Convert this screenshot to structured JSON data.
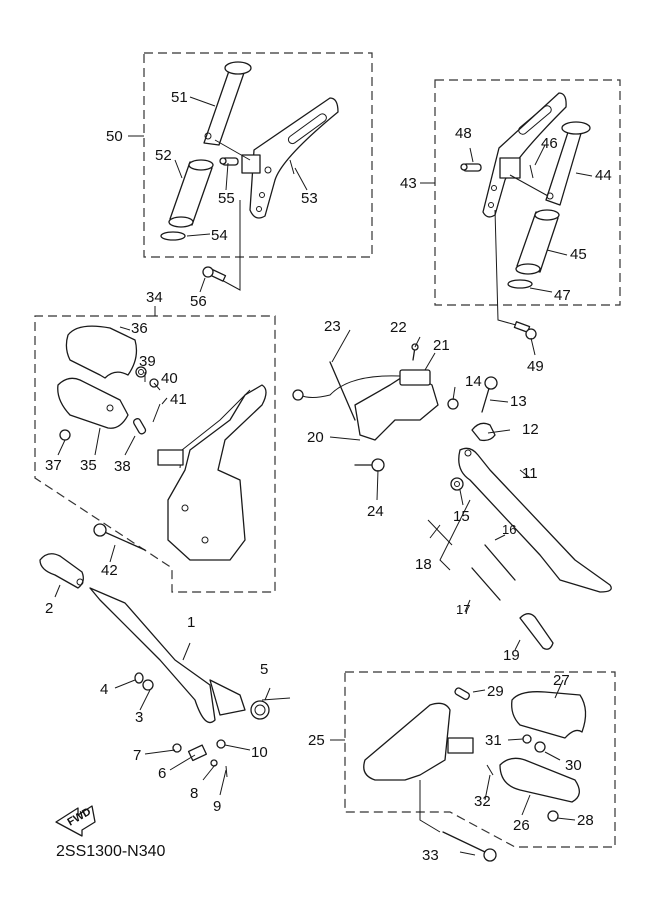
{
  "diagram": {
    "code": "2SS1300-N340",
    "fwd_label": "FWD",
    "groups": [
      {
        "id": "50",
        "label": "50",
        "parts": [
          "51",
          "52",
          "53",
          "54",
          "55"
        ]
      },
      {
        "id": "43",
        "label": "43",
        "parts": [
          "44",
          "45",
          "46",
          "47",
          "48"
        ]
      },
      {
        "id": "34",
        "label": "34",
        "parts": [
          "35",
          "36",
          "37",
          "38",
          "39",
          "40",
          "41"
        ]
      },
      {
        "id": "25",
        "label": "25",
        "parts": [
          "26",
          "27",
          "28",
          "29",
          "30",
          "31",
          "32"
        ]
      }
    ],
    "labels": {
      "p1": "1",
      "p2": "2",
      "p3": "3",
      "p4": "4",
      "p5": "5",
      "p6": "6",
      "p7": "7",
      "p8": "8",
      "p9": "9",
      "p10": "10",
      "p11": "11",
      "p12": "12",
      "p13": "13",
      "p14": "14",
      "p15": "15",
      "p16": "16",
      "p17": "17",
      "p18": "18",
      "p19": "19",
      "p20": "20",
      "p21": "21",
      "p22": "22",
      "p23": "23",
      "p24": "24",
      "p25": "25",
      "p26": "26",
      "p27": "27",
      "p28": "28",
      "p29": "29",
      "p30": "30",
      "p31": "31",
      "p32": "32",
      "p33": "33",
      "p34": "34",
      "p35": "35",
      "p36": "36",
      "p37": "37",
      "p38": "38",
      "p39": "39",
      "p40": "40",
      "p41": "41",
      "p42": "42",
      "p43": "43",
      "p44": "44",
      "p45": "45",
      "p46": "46",
      "p47": "47",
      "p48": "48",
      "p49": "49",
      "p50": "50",
      "p51": "51",
      "p52": "52",
      "p53": "53",
      "p54": "54",
      "p55": "55",
      "p56": "56"
    }
  }
}
